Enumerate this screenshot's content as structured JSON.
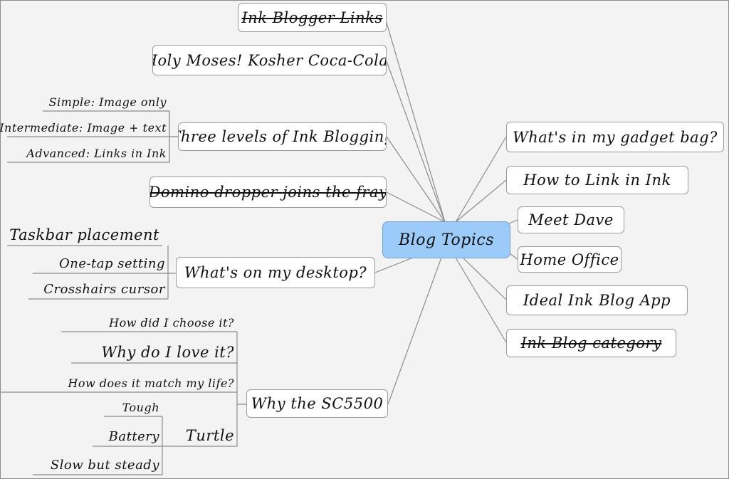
{
  "central": {
    "label": "Blog Topics"
  },
  "left_topics": {
    "ink_blogger_links": "Ink Blogger Links",
    "holy_moses": "Holy Moses! Kosher Coca-Cola!",
    "three_levels": "Three levels of Ink Blogging",
    "domino_dropper": "Domino dropper joins the fray",
    "desktop": "What's on my desktop?",
    "sc5500": "Why the SC5500"
  },
  "three_levels_children": {
    "simple": "Simple: Image only",
    "intermediate": "Intermediate: Image + text",
    "advanced": "Advanced: Links in Ink"
  },
  "desktop_children": {
    "taskbar": "Taskbar placement",
    "one_tap": "One-tap setting",
    "crosshairs": "Crosshairs cursor"
  },
  "sc5500_children": {
    "how_choose": "How did I choose it?",
    "why_love": "Why do I love it?",
    "how_match": "How does it match my life?",
    "turtle": "Turtle"
  },
  "turtle_children": {
    "tough": "Tough",
    "battery": "Battery",
    "slow": "Slow but steady"
  },
  "right_topics": {
    "gadget_bag": "What's in my gadget bag?",
    "link_in_ink": "How to Link in Ink",
    "meet_dave": "Meet Dave",
    "home_office": "Home Office",
    "ideal_app": "Ideal Ink Blog App",
    "ink_category": "Ink Blog category"
  },
  "colors": {
    "central_fill": "#9ccaf9",
    "node_fill": "#ffffff",
    "connector": "#8c8c8c"
  }
}
